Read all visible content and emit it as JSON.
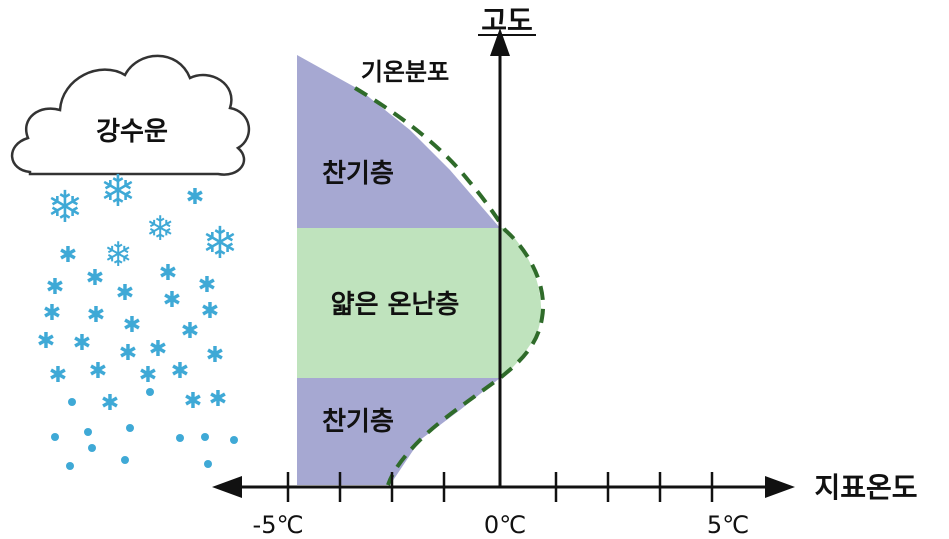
{
  "labels": {
    "altitude": "고도",
    "surface_temperature": "지표온도",
    "temperature_profile": "기온분포",
    "cloud": "강수운",
    "cold_layer_top": "찬기층",
    "warm_layer": "얇은 온난층",
    "cold_layer_bottom": "찬기층"
  },
  "ticks": [
    "-5℃",
    "0℃",
    "5℃"
  ],
  "colors": {
    "cold_layer": "#a6a8d2",
    "warm_layer": "#bfe3bd",
    "profile_line": "#2f6b2a",
    "snow": "#3fa9d6",
    "axis": "#111111"
  }
}
